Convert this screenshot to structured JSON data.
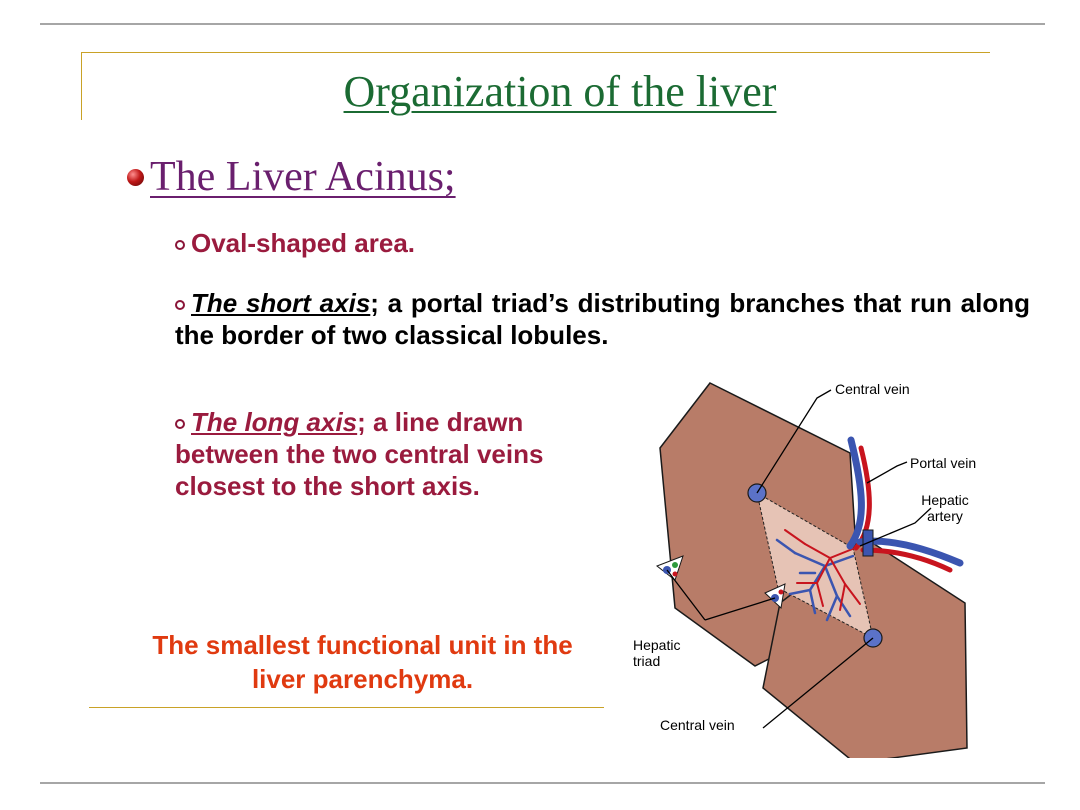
{
  "slide": {
    "title": "Organization of the liver",
    "heading": "The Liver Acinus;",
    "bullets": {
      "oval": "Oval-shaped area.",
      "short_term": "The short axis",
      "short_text": "; a portal triad’s distributing branches that run along the border of two classical lobules.",
      "long_term": "The long axis",
      "long_text": "; a line drawn between the two central veins closest to the short axis."
    },
    "note": "The smallest functional unit in the liver parenchyma."
  },
  "figure": {
    "labels": {
      "central_vein_top": "Central vein",
      "portal_vein": "Portal vein",
      "hepatic_artery_1": "Hepatic",
      "hepatic_artery_2": "artery",
      "hepatic_triad_1": "Hepatic",
      "hepatic_triad_2": "triad",
      "central_vein_bottom": "Central vein"
    }
  },
  "colors": {
    "title": "#1b6b33",
    "heading": "#6a1f6e",
    "bullet_text": "#9a1b3e",
    "note": "#e03a10",
    "lobule": "#b87c68",
    "vein_blue": "#3b55b0",
    "artery_red": "#c8141e"
  }
}
